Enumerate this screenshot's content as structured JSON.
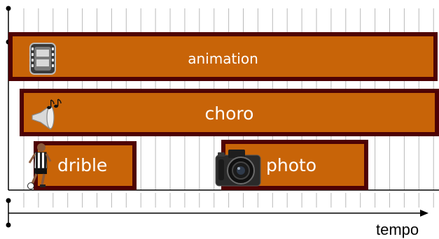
{
  "colors": {
    "bar_fill": "#c86408",
    "bar_border": "#4e0204",
    "label": "#ffffff",
    "grid": "#b9b9b9"
  },
  "tracks": [
    {
      "label": "animation",
      "icon": "film-reel-icon"
    },
    {
      "label": "choro",
      "icon": "speaker-music-icon"
    },
    {
      "label": "drible",
      "icon": "soccer-player-icon"
    },
    {
      "label": "photo",
      "icon": "camera-icon"
    }
  ],
  "axis": {
    "label": "tempo"
  }
}
